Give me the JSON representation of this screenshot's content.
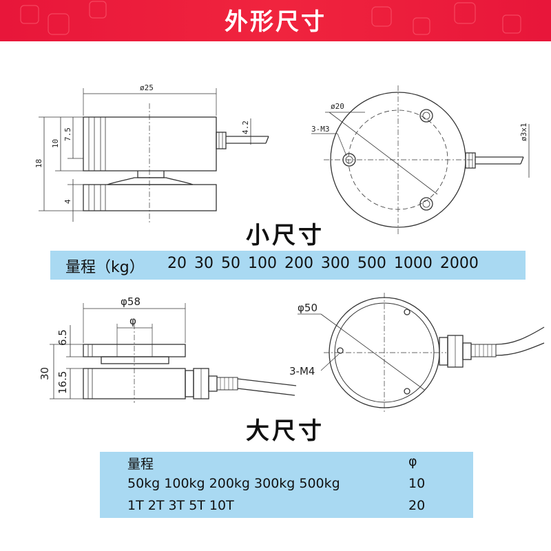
{
  "banner": {
    "title": "外形尺寸"
  },
  "small": {
    "title": "小尺寸",
    "side_view": {
      "dia_label": "ø25",
      "dim_total": "18",
      "dim_upper": "10",
      "dim_inner": "7.5",
      "dim_lower": "4",
      "dim_cable": "4.2"
    },
    "top_view": {
      "dia_label": "ø20",
      "holes_label": "3-M3",
      "cable_label": "ø3x1"
    },
    "range": {
      "label": "量程（kg）",
      "values": "20 30 50 100 200 300 500 1000  2000"
    }
  },
  "large": {
    "title": "大尺寸",
    "side_view": {
      "dia_label": "φ58",
      "inner_label": "φ",
      "dim_total": "30",
      "dim_upper": "6.5",
      "dim_lower": "16.5"
    },
    "top_view": {
      "dia_label": "φ50",
      "holes_label": "3-M4"
    },
    "table": {
      "header": {
        "range": "量程",
        "phi": "φ"
      },
      "rows": [
        {
          "range": "50kg 100kg 200kg 300kg 500kg",
          "phi": "10"
        },
        {
          "range": "1T 2T 3T 5T 10T",
          "phi": "20"
        }
      ]
    }
  },
  "colors": {
    "banner": "#e8163a",
    "band": "#a9d9f2"
  }
}
